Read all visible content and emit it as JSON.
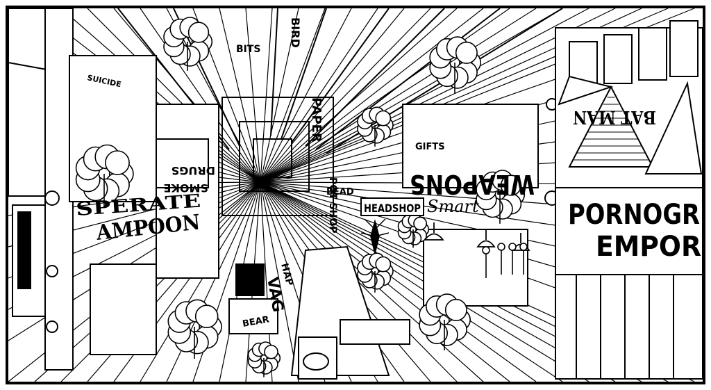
{
  "colors": {
    "ink": "#000000",
    "paper": "#ffffff"
  },
  "signs": {
    "pornography": "PORNOGR",
    "emporium": "EMPOR",
    "weapons": "WEAPONS",
    "headshop": "HEADSHOP",
    "bat_man": "BAT MAN",
    "desperate": "SPERATE",
    "lampoon": "AMPOON",
    "smart": "Smart",
    "smoke": "SMOKE",
    "vag": "VAG",
    "paper": "PAPER",
    "suicide": "SUICIDE",
    "bird": "BIRD",
    "bits": "BITS",
    "pot_shop": "POT SHOP",
    "bead": "BEAD",
    "bear": "BEAR",
    "hap": "HAP",
    "gifts": "GIFTS",
    "drugs": "DRUGS"
  }
}
